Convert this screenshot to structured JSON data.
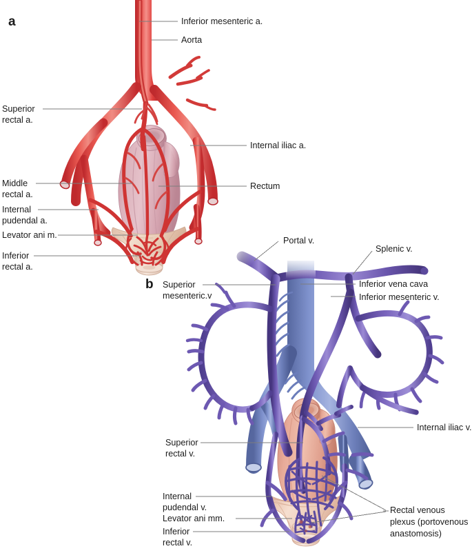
{
  "figure": {
    "panels": [
      {
        "id": "a",
        "letter": "a",
        "subject": "Arterial supply of the rectum",
        "vessel_color": "#e03a3a",
        "organ_color": "#d5a9b4"
      },
      {
        "id": "b",
        "letter": "b",
        "subject": "Venous drainage of the rectum",
        "vessel_color": "#6a56ad",
        "cava_color": "#7b8dc9",
        "organ_color": "#e3a392"
      }
    ],
    "labels_panel_a": [
      {
        "key": "inferior_mesenteric_a",
        "text": "Inferior mesenteric a.",
        "side": "right"
      },
      {
        "key": "aorta",
        "text": "Aorta",
        "side": "right"
      },
      {
        "key": "internal_iliac_a",
        "text": "Internal iliac a.",
        "side": "right"
      },
      {
        "key": "rectum",
        "text": "Rectum",
        "side": "right"
      },
      {
        "key": "superior_rectal_a",
        "text": "Superior\nrectal a.",
        "side": "left"
      },
      {
        "key": "middle_rectal_a",
        "text": "Middle\nrectal a.",
        "side": "left"
      },
      {
        "key": "internal_pudendal_a",
        "text": "Internal\npudendal a.",
        "side": "left"
      },
      {
        "key": "levator_ani_m",
        "text": "Levator ani m.",
        "side": "left"
      },
      {
        "key": "inferior_rectal_a",
        "text": "Inferior\nrectal a.",
        "side": "left"
      }
    ],
    "labels_panel_b": [
      {
        "key": "portal_v",
        "text": "Portal v.",
        "side": "right"
      },
      {
        "key": "splenic_v",
        "text": "Splenic v.",
        "side": "right"
      },
      {
        "key": "inferior_vena_cava",
        "text": "Inferior vena cava",
        "side": "right"
      },
      {
        "key": "inferior_mesenteric_v",
        "text": "Inferior mesenteric v.",
        "side": "right"
      },
      {
        "key": "internal_iliac_v",
        "text": "Internal iliac v.",
        "side": "right"
      },
      {
        "key": "rectal_venous_plexus",
        "text": "Rectal venous\nplexus (portovenous\nanastomosis)",
        "side": "right"
      },
      {
        "key": "superior_mesenteric_v",
        "text": "Superior\nmesenteric.v",
        "side": "left"
      },
      {
        "key": "superior_rectal_v",
        "text": "Superior\nrectal v.",
        "side": "left"
      },
      {
        "key": "internal_pudendal_v",
        "text": "Internal\npudendal v.",
        "side": "left"
      },
      {
        "key": "levator_ani_mm",
        "text": "Levator ani mm.",
        "side": "left"
      },
      {
        "key": "inferior_rectal_v",
        "text": "Inferior\nrectal v.",
        "side": "left"
      }
    ],
    "text": {
      "a_letter": "a",
      "b_letter": "b",
      "inferior_mesenteric_a": "Inferior mesenteric a.",
      "aorta": "Aorta",
      "internal_iliac_a": "Internal iliac a.",
      "rectum": "Rectum",
      "superior_rectal_a_1": "Superior",
      "superior_rectal_a_2": "rectal a.",
      "middle_rectal_a_1": "Middle",
      "middle_rectal_a_2": "rectal a.",
      "internal_pudendal_a_1": "Internal",
      "internal_pudendal_a_2": "pudendal a.",
      "levator_ani_m": "Levator ani m.",
      "inferior_rectal_a_1": "Inferior",
      "inferior_rectal_a_2": "rectal a.",
      "portal_v": "Portal v.",
      "splenic_v": "Splenic v.",
      "inferior_vena_cava": "Inferior vena cava",
      "inferior_mesenteric_v": "Inferior mesenteric v.",
      "internal_iliac_v": "Internal iliac v.",
      "rectal_venous_plexus_1": "Rectal venous",
      "rectal_venous_plexus_2": "plexus (portovenous",
      "rectal_venous_plexus_3": "anastomosis)",
      "superior_mesenteric_v_1": "Superior",
      "superior_mesenteric_v_2": "mesenteric.v",
      "superior_rectal_v_1": "Superior",
      "superior_rectal_v_2": "rectal v.",
      "internal_pudendal_v_1": "Internal",
      "internal_pudendal_v_2": "pudendal v.",
      "levator_ani_mm": "Levator ani mm.",
      "inferior_rectal_v_1": "Inferior",
      "inferior_rectal_v_2": "rectal v."
    },
    "colors": {
      "background": "#ffffff",
      "artery": "#e03a3a",
      "artery_dark": "#b8252a",
      "artery_light": "#f07a74",
      "vein": "#6a56ad",
      "vein_dark": "#4b3a86",
      "vein_light": "#9b8ccd",
      "cava": "#7b8dc9",
      "cava_dark": "#5669a8",
      "organ_a": "#d5a9b4",
      "organ_a_dark": "#bb8b99",
      "organ_b": "#e3a392",
      "organ_b_dark": "#c98271",
      "levator": "#e9cbb8",
      "levator_dark": "#cfa88e",
      "leader_line": "#7a7a7a",
      "text": "#1a1a1a"
    }
  }
}
